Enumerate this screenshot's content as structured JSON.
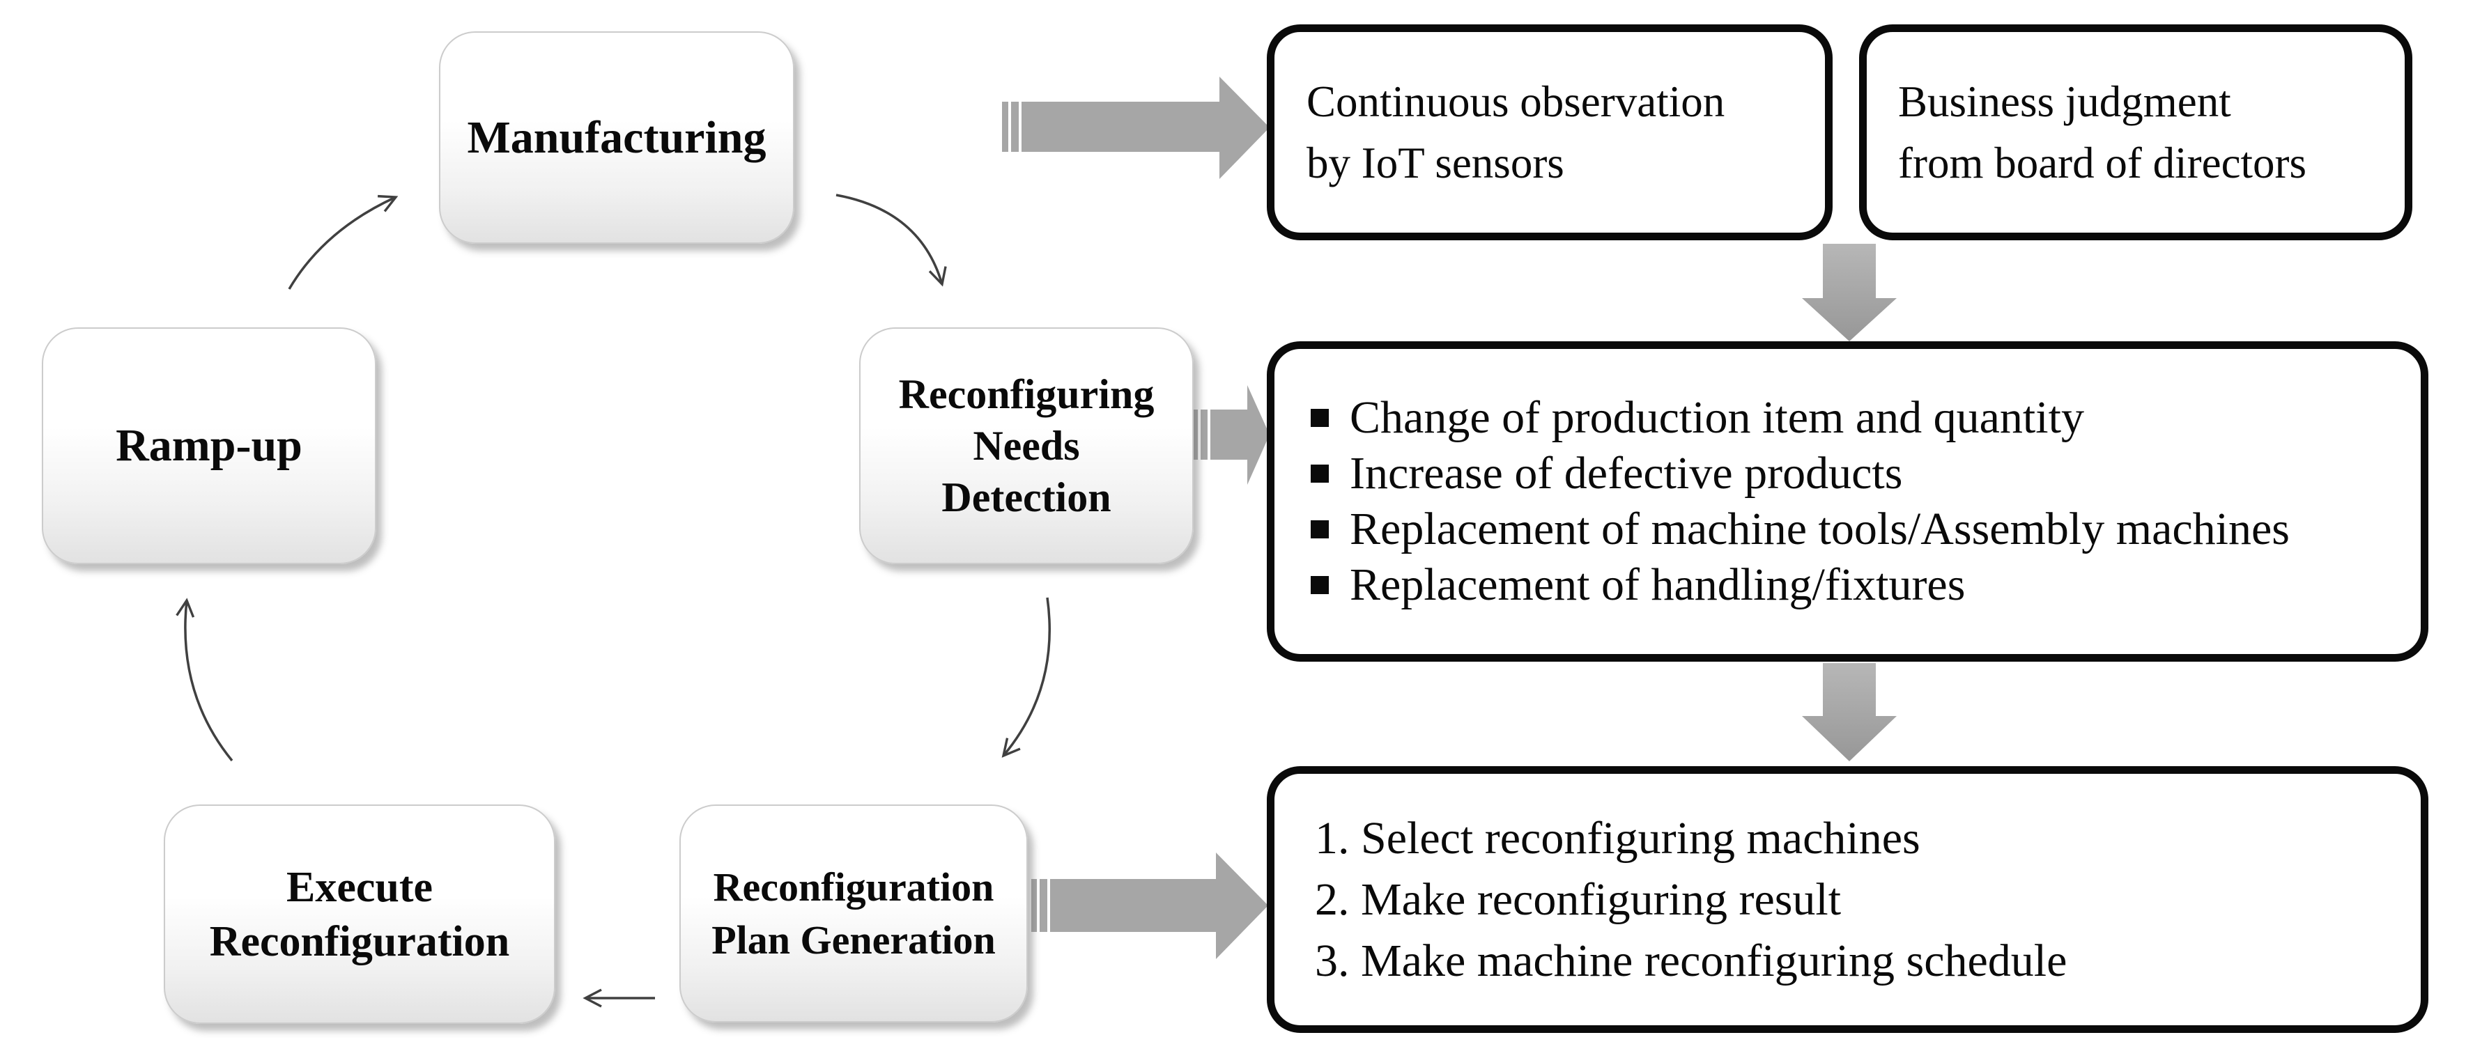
{
  "diagram": {
    "cycle": {
      "manufacturing": {
        "label": "Manufacturing"
      },
      "needs_detection": {
        "lines": [
          "Reconfiguring",
          "Needs",
          "Detection"
        ]
      },
      "plan_generation": {
        "lines": [
          "Reconfiguration",
          "Plan Generation"
        ]
      },
      "execute": {
        "lines": [
          "Execute",
          "Reconfiguration"
        ]
      },
      "ramp_up": {
        "label": "Ramp-up"
      }
    },
    "callouts": {
      "observation": {
        "lines": [
          "Continuous observation",
          "by IoT sensors"
        ]
      },
      "judgment": {
        "lines": [
          "Business judgment",
          "from board of directors"
        ]
      },
      "needs_list": {
        "items": [
          "Change of production item and quantity",
          "Increase of defective products",
          "Replacement of machine tools/Assembly machines",
          "Replacement of handling/fixtures"
        ]
      },
      "plan_list": {
        "items": [
          "1. Select reconfiguring machines",
          "2. Make reconfiguring result",
          "3. Make machine reconfiguring schedule"
        ]
      }
    },
    "colors": {
      "block_arrow": "#a6a6a6",
      "callout_border": "#0a0a0a",
      "thin_arrow": "#404040"
    }
  }
}
